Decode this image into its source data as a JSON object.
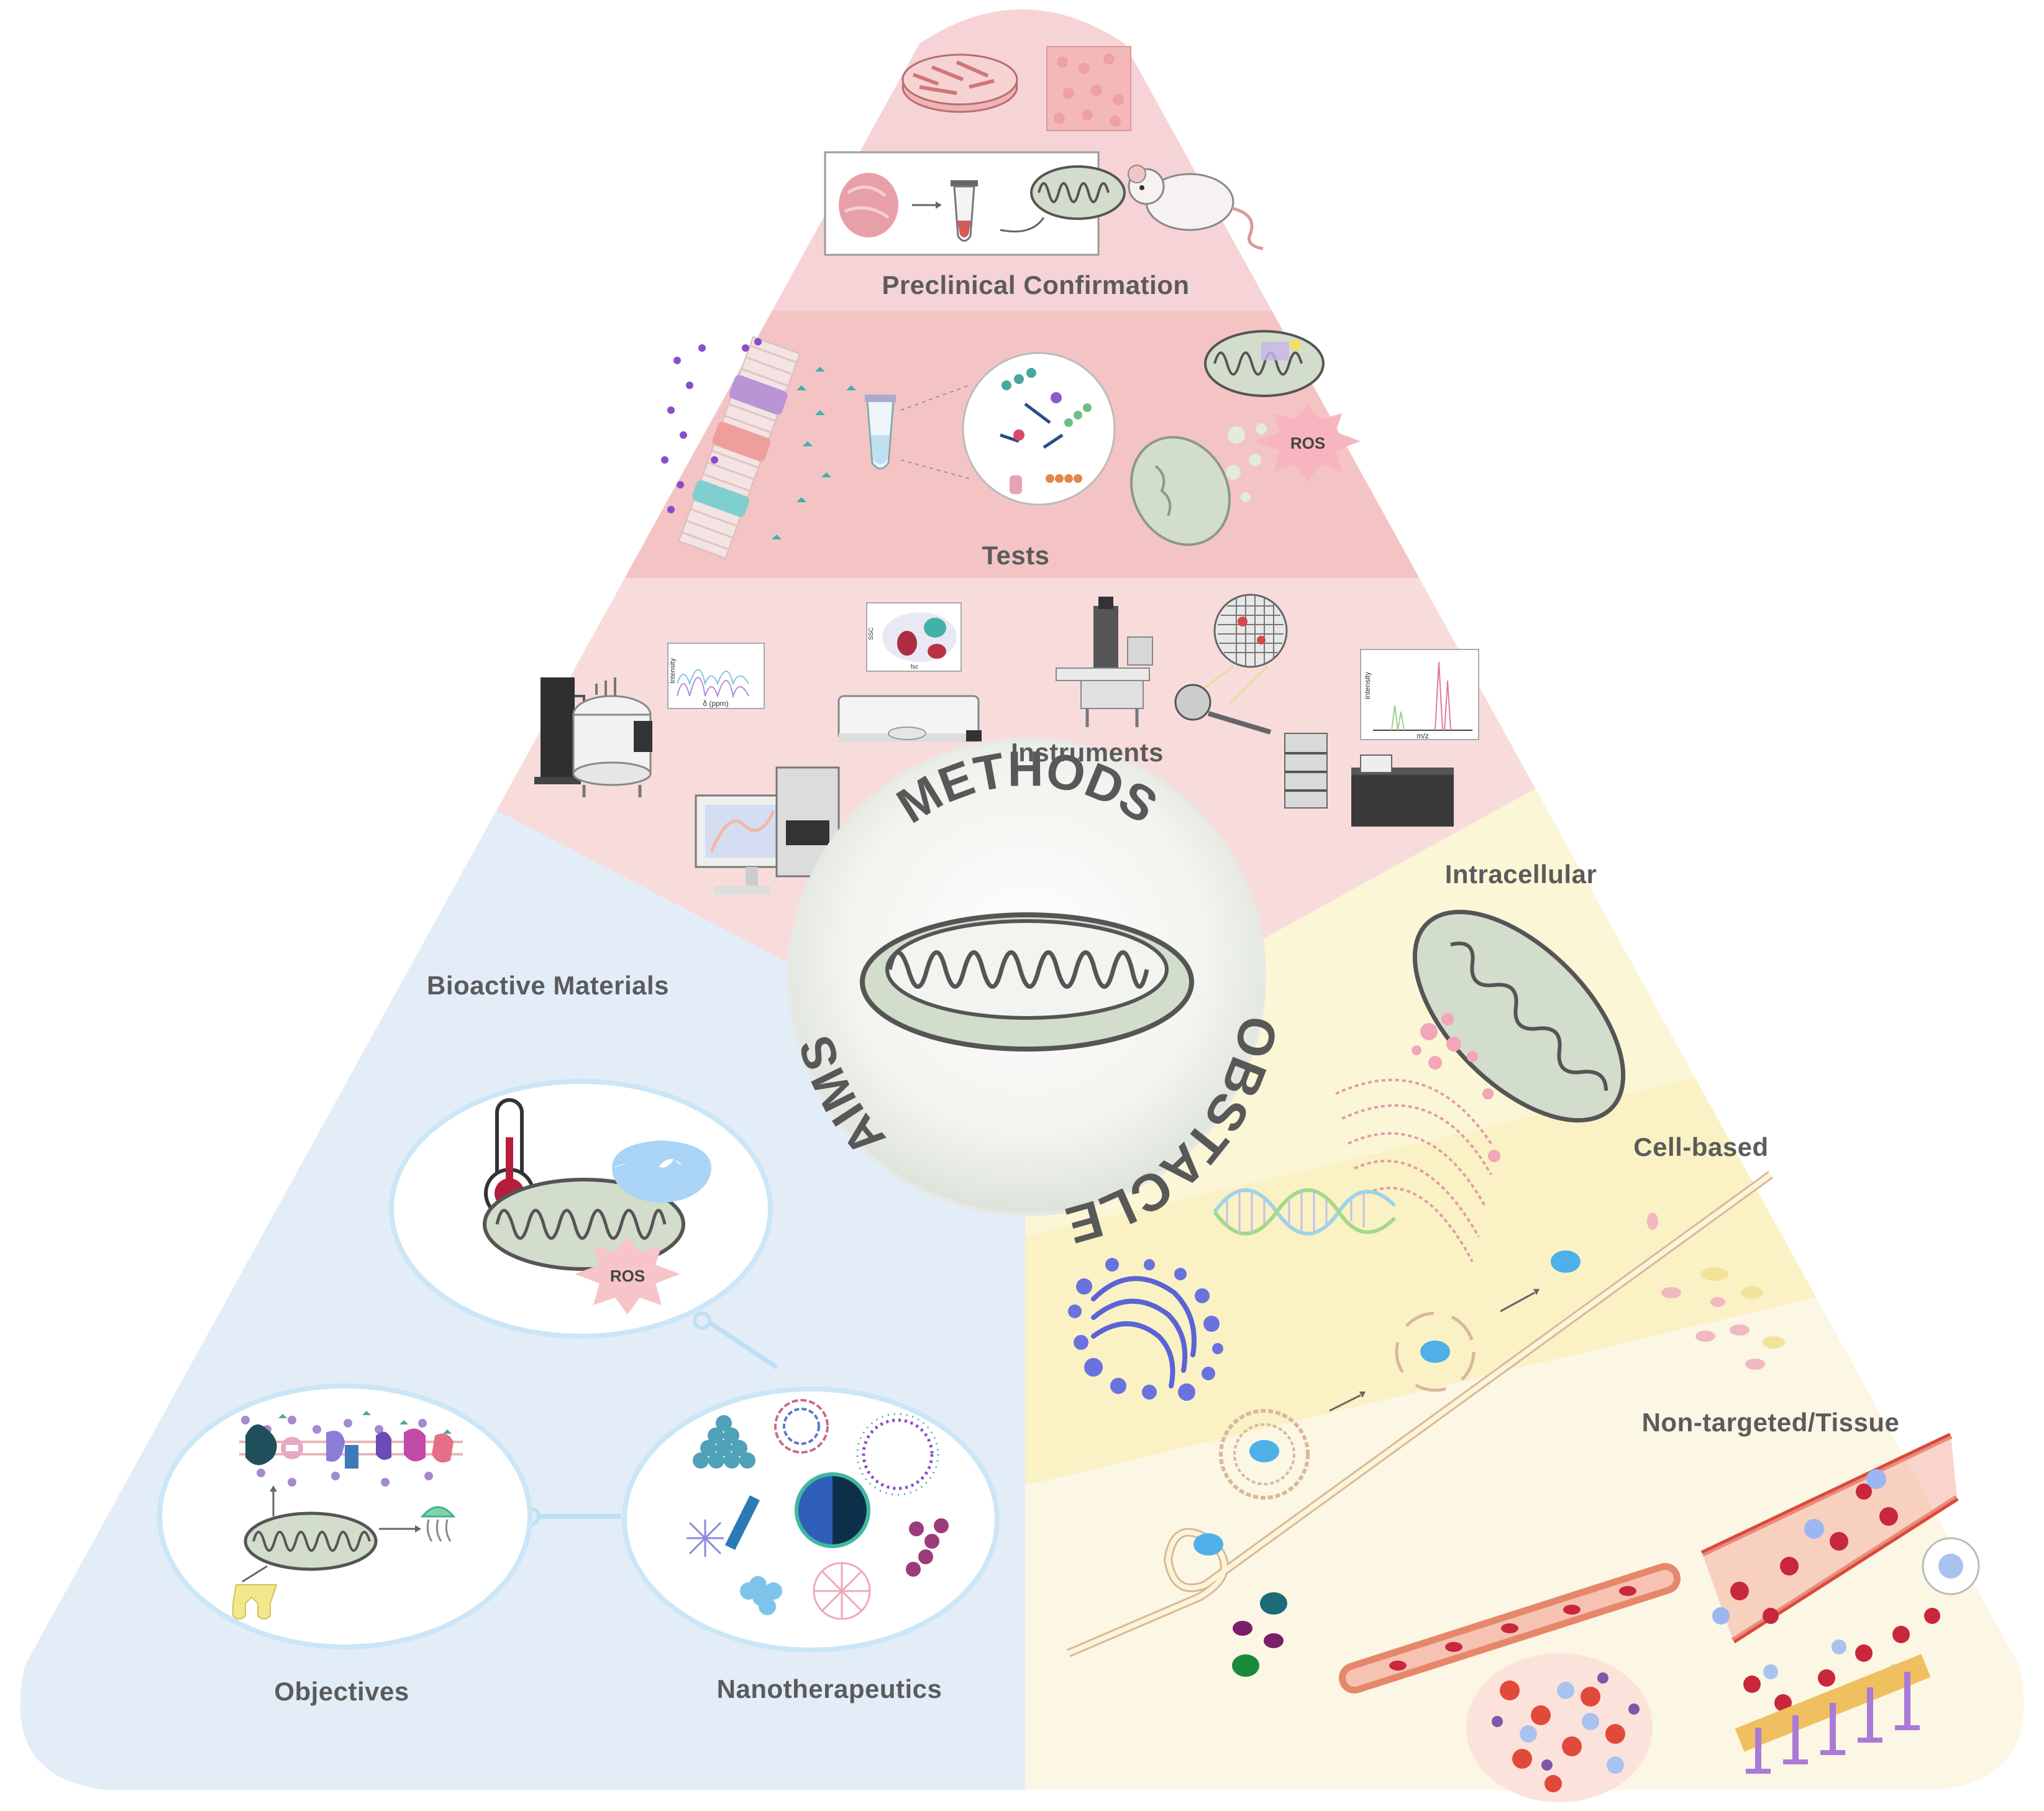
{
  "center": {
    "word_top": "METHODS",
    "word_right": "OBSTACLE",
    "word_left": "AIMS"
  },
  "sections": {
    "preclinical": "Preclinical Confirmation",
    "tests": "Tests",
    "instruments": "Instruments",
    "bioactive": "Bioactive Materials",
    "objectives": "Objectives",
    "nanotherapeutics": "Nanotherapeutics",
    "intracellular": "Intracellular",
    "cellbased": "Cell-based",
    "nontargeted": "Non-targeted/Tissue"
  },
  "inline_labels": {
    "ros_tests": "ROS",
    "ros_aims": "ROS",
    "nmr_axis_y": "Intensity",
    "nmr_axis_x": "δ (ppm)",
    "ms_axis_y": "intensity",
    "ms_axis_x": "m/z",
    "flow_axis_y": "SSC",
    "flow_axis_x": "fsc"
  },
  "colors": {
    "preclinical_band": "#f6d3d6",
    "tests_band": "#f4c4c4",
    "instruments_band": "#f8dcdc",
    "aims_band": "#e2edf8",
    "obstacle_band1": "#fbf6d6",
    "obstacle_band2": "#faf1c4",
    "obstacle_band3": "#fcf6e4",
    "mito_fill": "#d2ddcc",
    "mito_stroke": "#555555",
    "label_text": "#5b5b5b"
  },
  "icons": [
    "petri-dish-icon",
    "tissue-sample-icon",
    "tissue-slice-icon",
    "tube-icon",
    "mitochondrion-icon",
    "mouse-icon",
    "membrane-icon",
    "sample-tube-icon",
    "molecule-circle-icon",
    "ros-burst-icon",
    "nmr-spectrometer-icon",
    "flow-cytometer-icon",
    "electron-microscope-icon",
    "mass-spectrometer-icon",
    "plate-reader-icon",
    "thermometer-icon",
    "receptor-icon",
    "nanoparticle-icon",
    "dna-icon",
    "golgi-icon",
    "endoplasmic-reticulum-icon",
    "blood-vessel-icon",
    "tumor-icon",
    "vesicle-icon"
  ]
}
